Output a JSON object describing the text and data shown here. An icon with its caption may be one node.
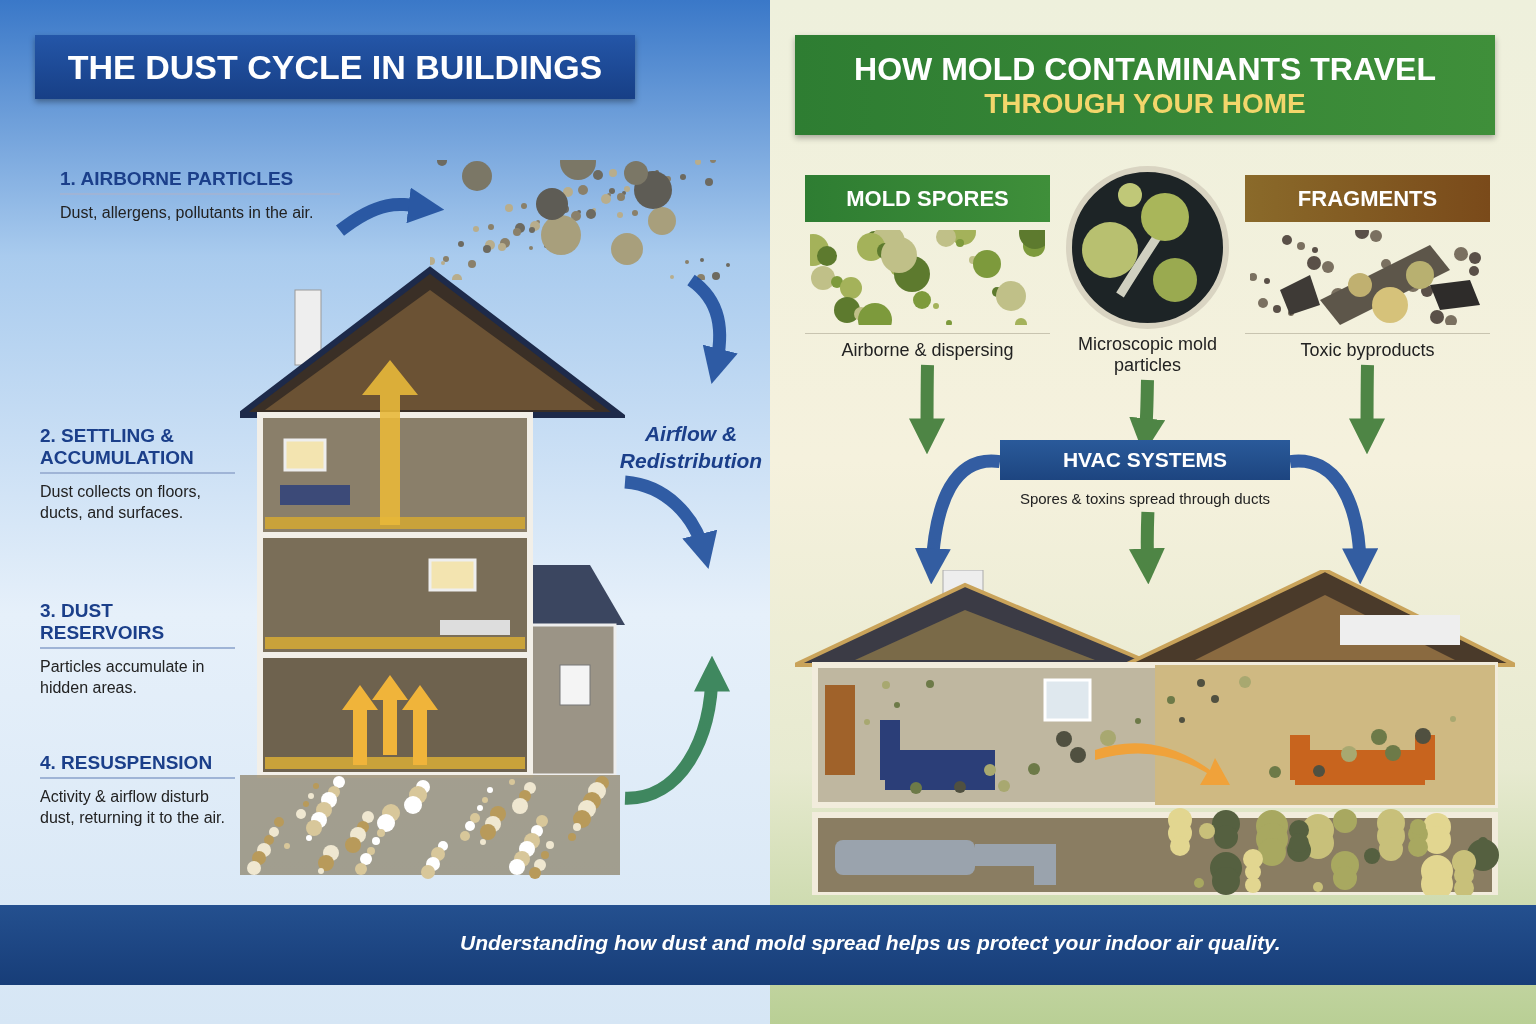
{
  "diagram": {
    "caption": "Understanding how dust and mold spread helps us protect your indoor air quality.",
    "nodes": [
      {
        "text": [
          "THE DUST CYCLE IN BUILDINGS"
        ]
      },
      {
        "text": [
          "1. AIRBORNE PARTICLES",
          "Dust, allergens, pollutants in the air."
        ]
      },
      {
        "text": [],
        "shape": "picture"
      },
      {
        "text": [],
        "shape": "picture"
      },
      {
        "text": [
          "2. SETTLING & ACCUMULATION",
          "Dust collects on floors, ducts, and surfaces."
        ]
      },
      {
        "text": [
          "3. DUST RESERVOIRS",
          "Particles accumulate in hidden areas."
        ]
      },
      {
        "text": [
          "4. RESUSPENSION",
          "Activity & airflow disturb dust, returning it to the air."
        ]
      },
      {
        "text": [
          "HOW MOLD CONTAMINANTS TRAVEL",
          "THROUGH YOUR HOME"
        ]
      },
      {
        "text": [
          "MOLD SPORES",
          "Airborne & dispersing"
        ]
      },
      {
        "text": [
          "Microscopic mold particles"
        ]
      },
      {
        "text": [
          "FRAGMENTS",
          "Toxic byproducts"
        ]
      },
      {
        "text": [
          "HVAC SYSTEMS",
          "Spores & toxins spread through ducts"
        ]
      },
      {
        "text": [],
        "shape": "picture"
      }
    ],
    "edges": [
      {
        "from": 1,
        "to": 2,
        "arrow": "to"
      },
      {
        "from": 2,
        "to": null,
        "arrow": "to"
      },
      {
        "from": 3,
        "to": null,
        "arrow": "to"
      },
      {
        "from": 3,
        "to": null,
        "arrow": "to",
        "color": "#2e7d4f"
      },
      {
        "from": 8,
        "to": null,
        "arrow": "to",
        "color": "#3d7a35"
      },
      {
        "from": 9,
        "to": 11,
        "arrow": "to",
        "color": "#3d7a35"
      },
      {
        "from": 10,
        "to": null,
        "arrow": "to",
        "color": "#3d7a35"
      },
      {
        "from": 11,
        "to": 12,
        "arrow": "to"
      },
      {
        "from": 11,
        "to": 12,
        "arrow": "to"
      },
      {
        "from": 11,
        "to": 12,
        "arrow": "to",
        "color": "#3d7a35"
      }
    ],
    "labels": [
      "Airflow & Redistribution"
    ]
  }
}
